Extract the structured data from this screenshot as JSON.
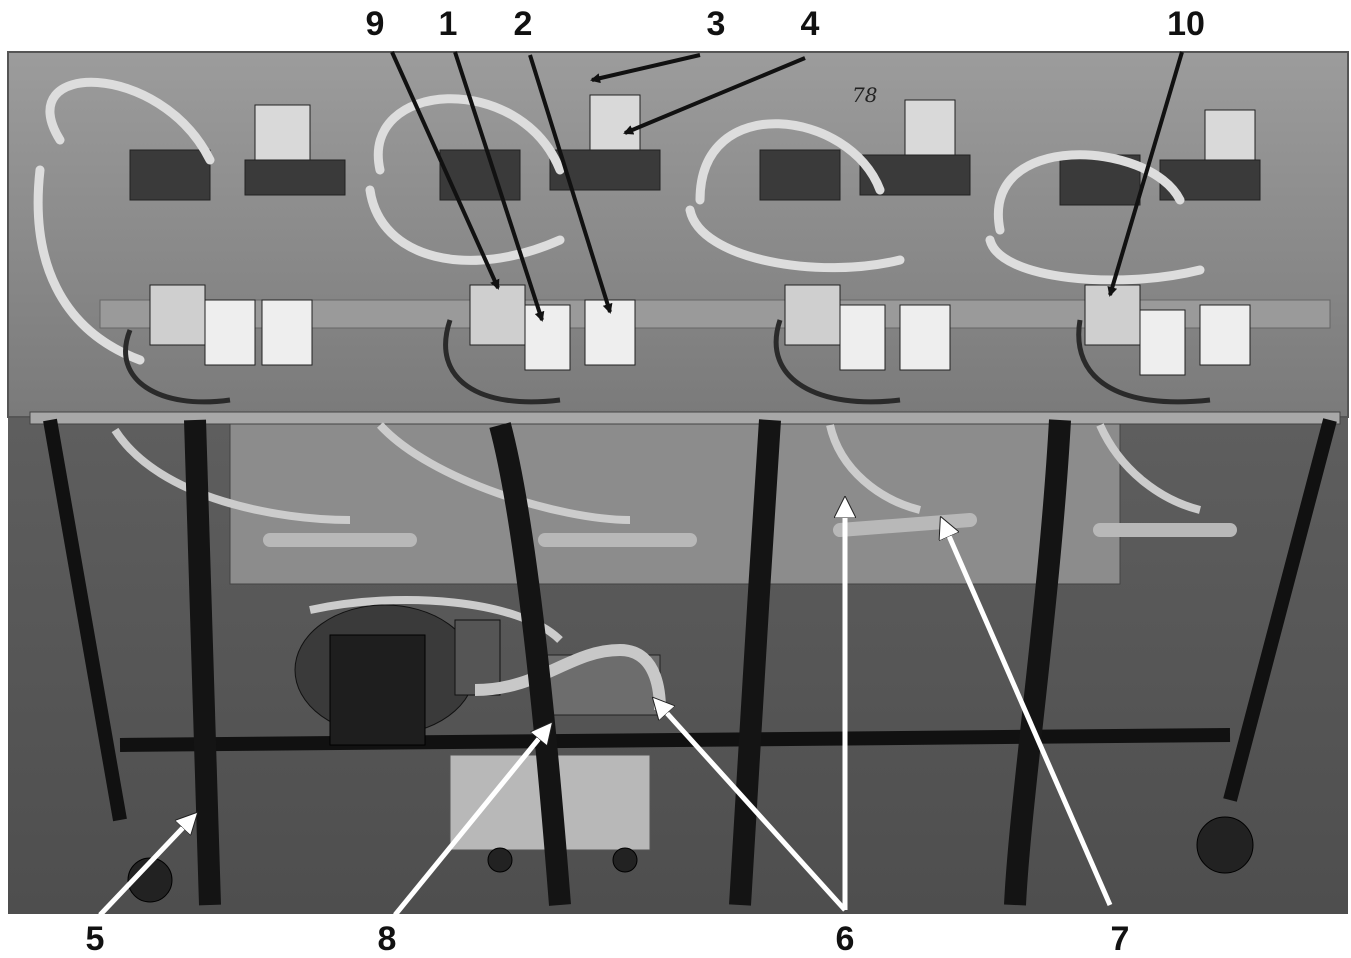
{
  "figure": {
    "callouts_top": [
      {
        "id": "9",
        "label": "9"
      },
      {
        "id": "1",
        "label": "1"
      },
      {
        "id": "2",
        "label": "2"
      },
      {
        "id": "3",
        "label": "3"
      },
      {
        "id": "4",
        "label": "4"
      },
      {
        "id": "10",
        "label": "10"
      }
    ],
    "callouts_bottom": [
      {
        "id": "5",
        "label": "5"
      },
      {
        "id": "8",
        "label": "8"
      },
      {
        "id": "6",
        "label": "6"
      },
      {
        "id": "7",
        "label": "7"
      }
    ],
    "photo_handwriting": "78",
    "colors": {
      "black_arrow": "#111111",
      "white_arrow": "#ffffff",
      "panel": "#8a8a8a",
      "floor": "#5a5a5a"
    }
  }
}
